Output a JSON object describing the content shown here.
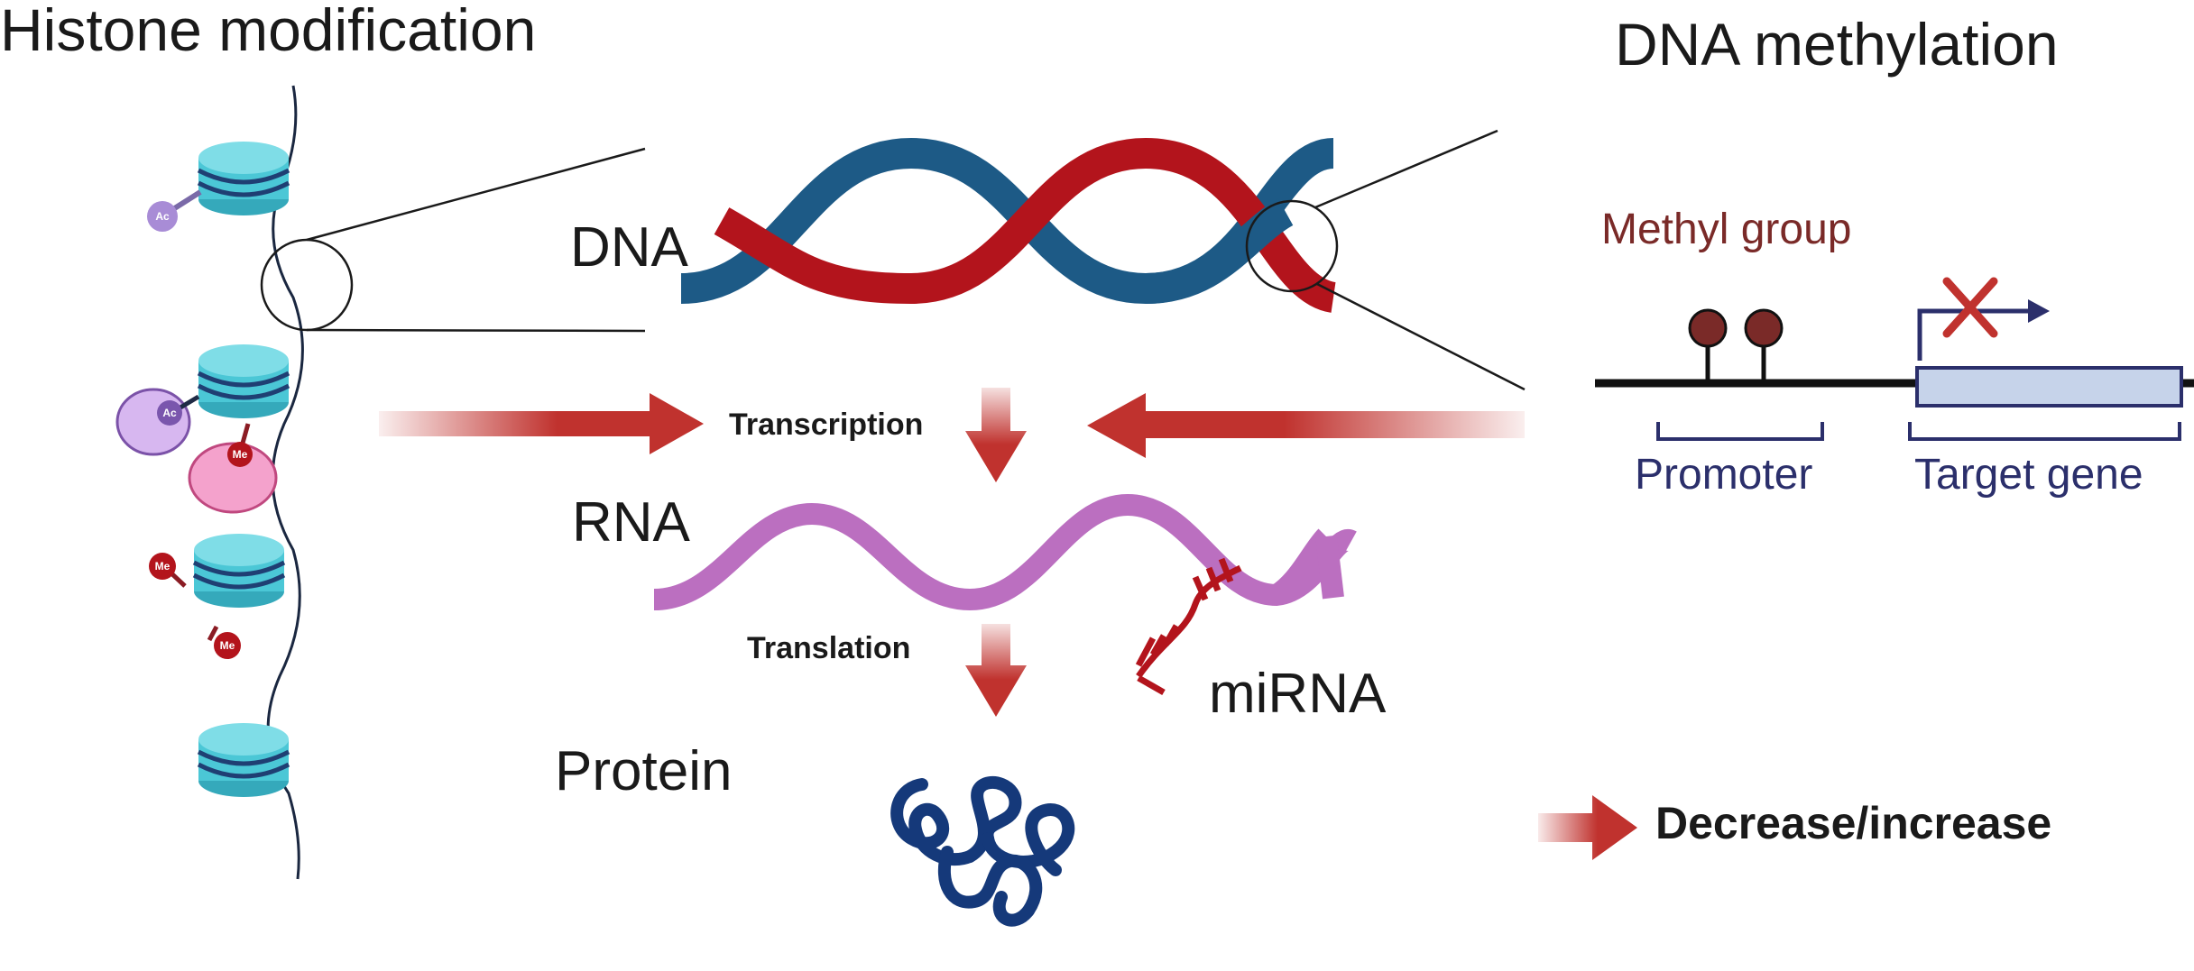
{
  "labels": {
    "histone_modification": "Histone modification",
    "dna_methylation": "DNA methylation",
    "dna": "DNA",
    "rna": "RNA",
    "protein": "Protein",
    "transcription": "Transcription",
    "translation": "Translation",
    "mirna": "miRNA",
    "methyl_group": "Methyl group",
    "promoter": "Promoter",
    "target_gene": "Target gene",
    "legend": "Decrease/increase"
  },
  "marks": {
    "acetyl": "Ac",
    "methyl": "Me"
  },
  "colors": {
    "arrow_red": "#c0322e",
    "dna_blue": "#1d5a86",
    "dna_red": "#b3141c",
    "rna_purple": "#bb6fc0",
    "protein_blue": "#15397a",
    "nucleosome": "#4bc7d6",
    "methyl_text": "#7a2a28",
    "gene_label": "#2b2f6b"
  },
  "icons": [
    "nucleosome-icon",
    "dna-helix-icon",
    "rna-strand-icon",
    "protein-icon",
    "mirna-icon",
    "methyl-lollipop-icon",
    "cross-icon",
    "tss-arrow-icon"
  ]
}
